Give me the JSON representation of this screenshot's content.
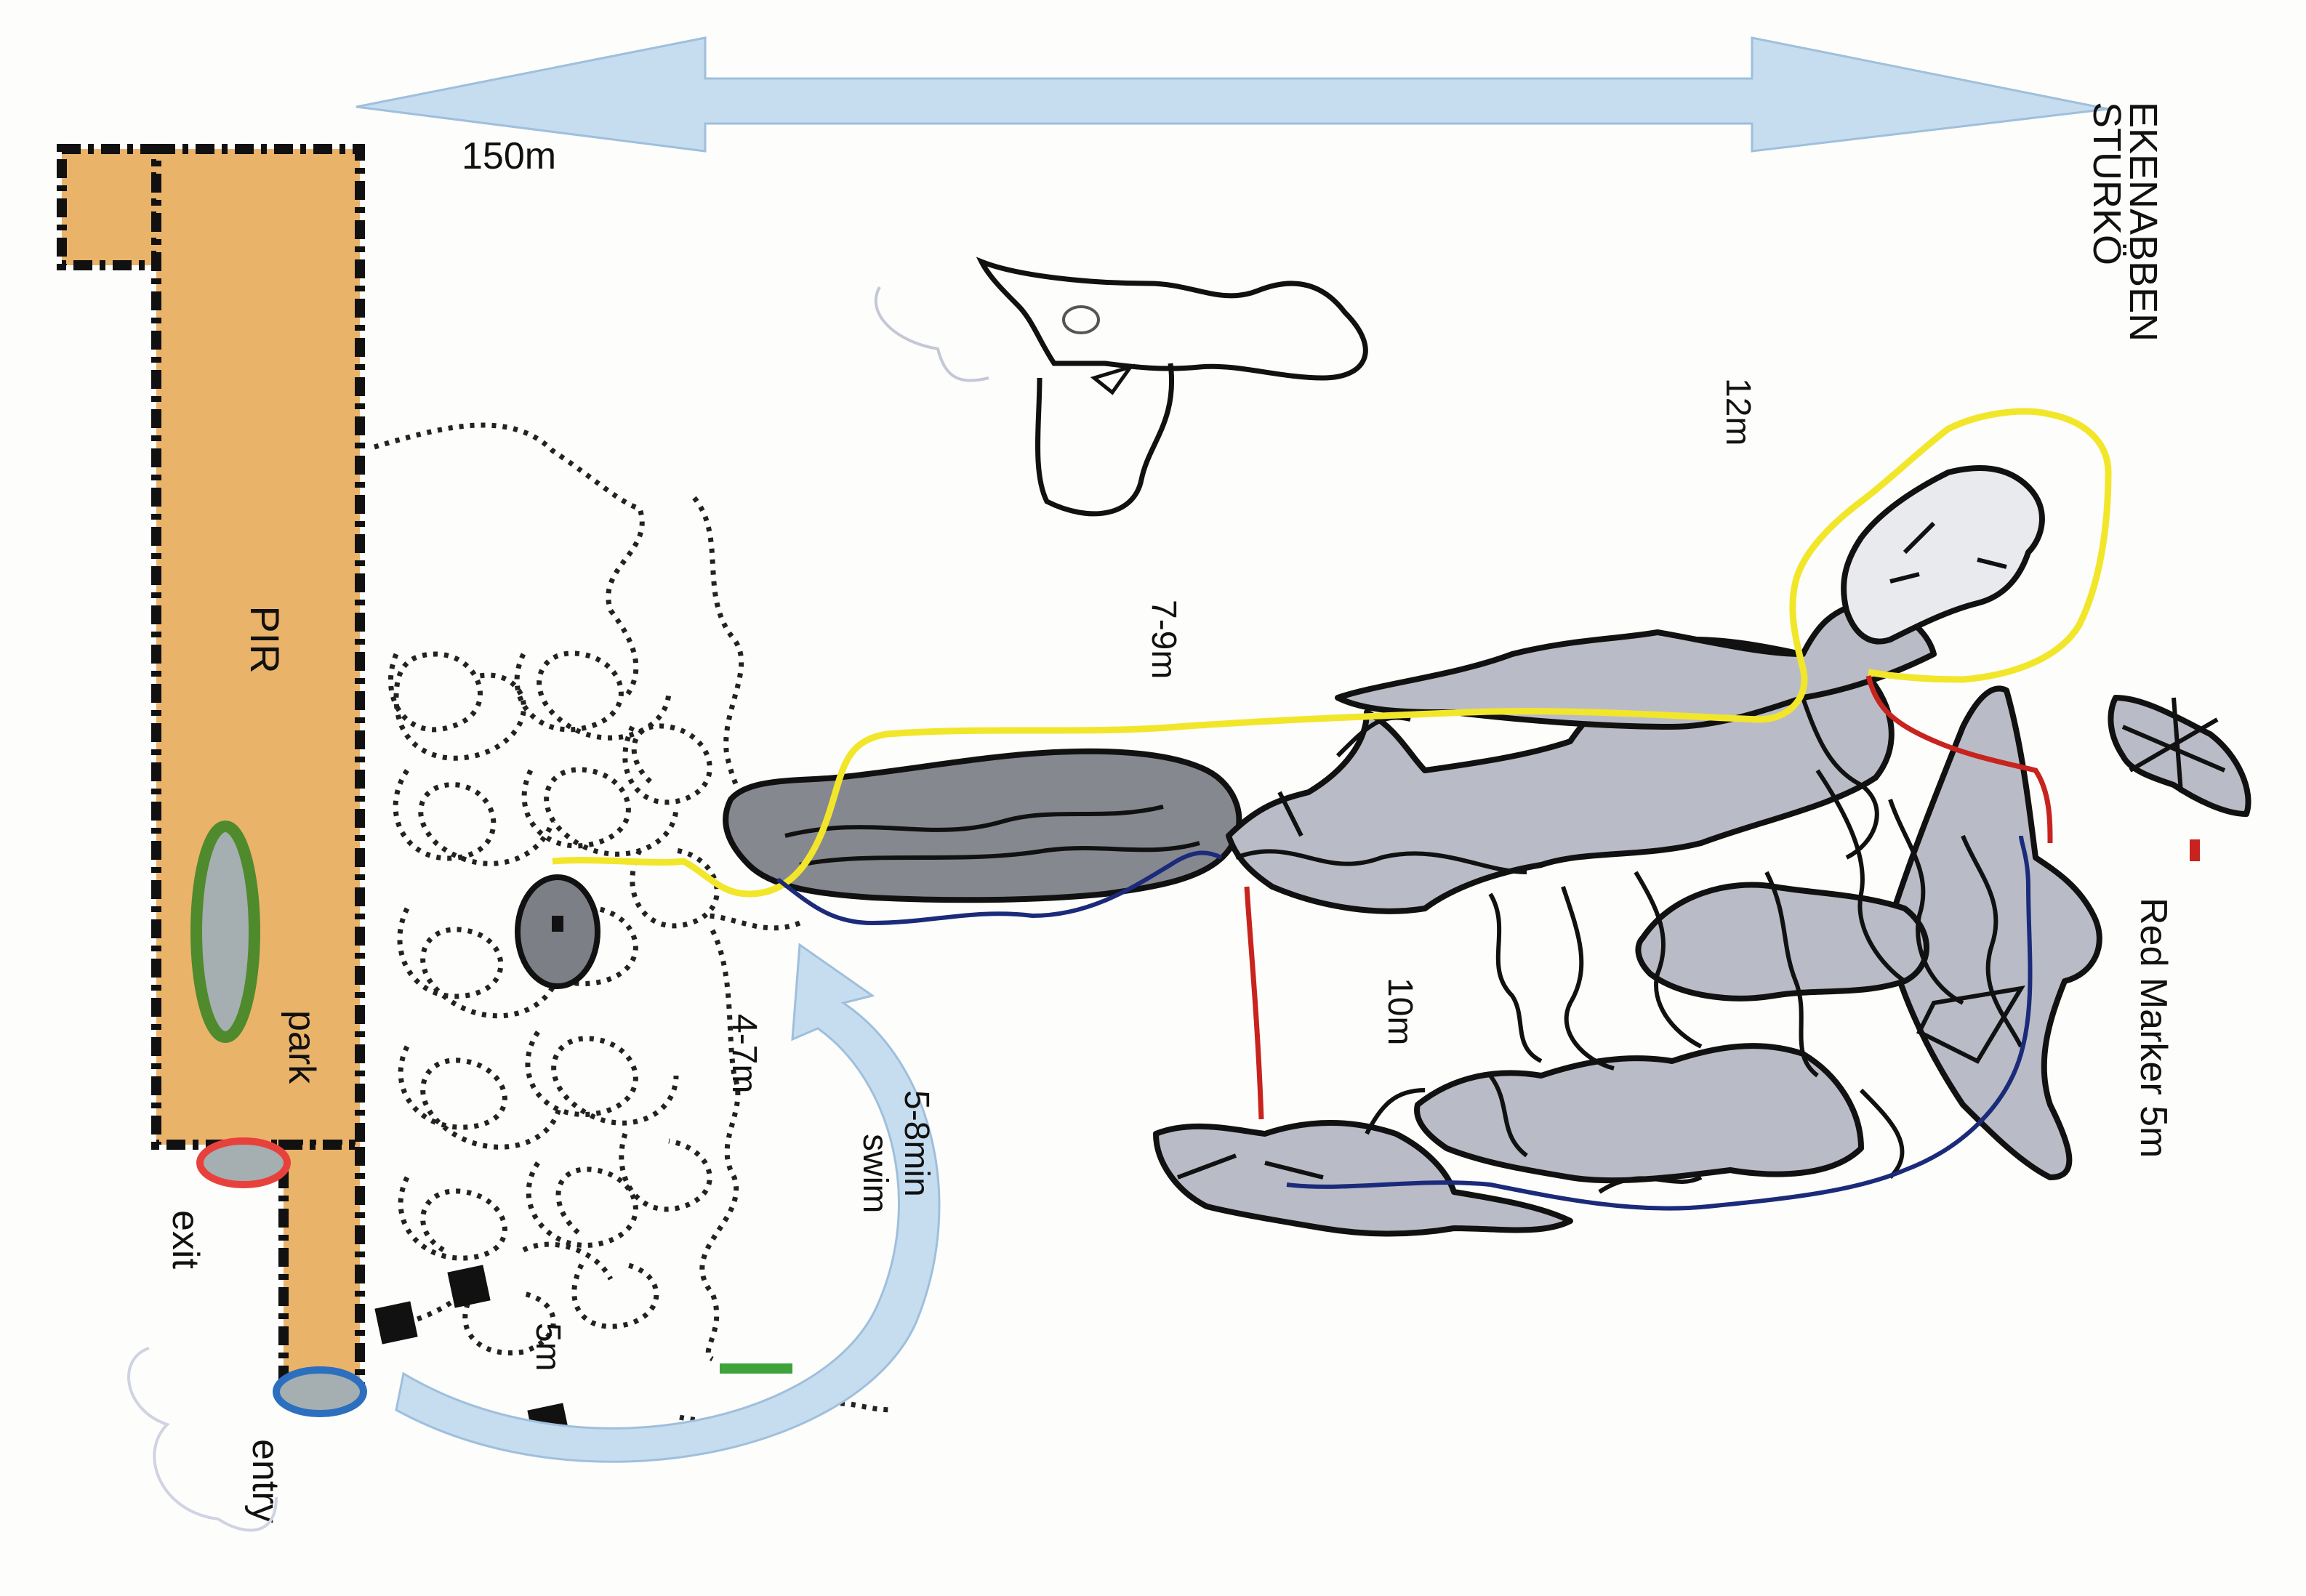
{
  "site": {
    "title_line1": "EKENABBEN",
    "title_line2": "STURKÖ"
  },
  "labels": {
    "distance": "150m",
    "pier": "PIR",
    "park": "park",
    "exit": "exit",
    "entry": "entry",
    "depth_12": "12m",
    "depth_7_9": "7-9m",
    "depth_10": "10m",
    "depth_4_7": "4-7m",
    "depth_5": "5m",
    "swim_time_line1": "5-8min",
    "swim_time_line2": "swim",
    "red_marker": "Red Marker 5m"
  },
  "colors": {
    "pier_fill": "#eab36a",
    "arrow_fill": "#c6ddf0",
    "rock_fill": "#b9bcc6",
    "dark_rock_fill": "#85888f",
    "yellow_route": "#f2e62a",
    "blue_route": "#1b2b7a",
    "red_line": "#c8231e",
    "exit_ring": "#e8413c",
    "entry_ring": "#2c6fbf",
    "park_ellipse": "#4f8a2c",
    "green_marker": "#3ea33a"
  },
  "icons": {
    "distance_arrow": "double-headed-arrow-icon",
    "swim_arrow": "curved-arrow-icon",
    "park_marker": "park-ellipse-icon",
    "buoy": "buoy-marker-icon"
  }
}
